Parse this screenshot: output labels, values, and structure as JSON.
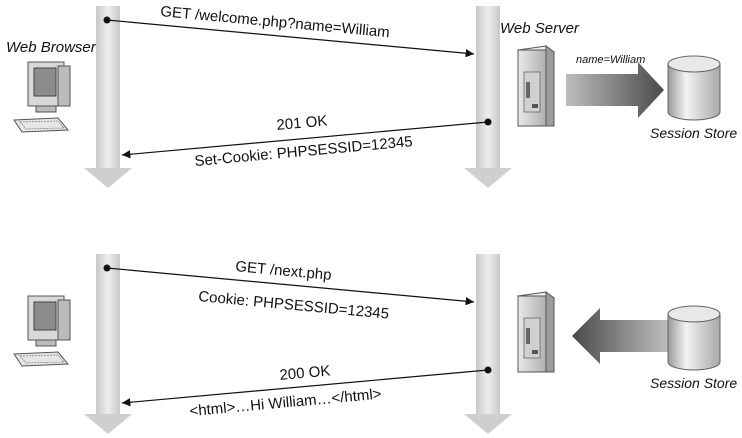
{
  "labels": {
    "browser": "Web Browser",
    "server": "Web Server"
  },
  "top": {
    "request": "GET /welcome.php?name=William",
    "transfer": "name=William",
    "store": "Session Store",
    "response_status": "201 OK",
    "response_header": "Set-Cookie: PHPSESSID=12345"
  },
  "bottom": {
    "request": "GET /next.php",
    "request_header": "Cookie: PHPSESSID=12345",
    "store": "Session Store",
    "response_status": "200 OK",
    "response_body": "<html>…Hi William…</html>"
  },
  "colors": {
    "lifeline": "#d9d9d9",
    "arrow": "#6e6e6e",
    "line": "#111111"
  },
  "icons": [
    "computer-icon",
    "server-icon",
    "database-icon"
  ]
}
